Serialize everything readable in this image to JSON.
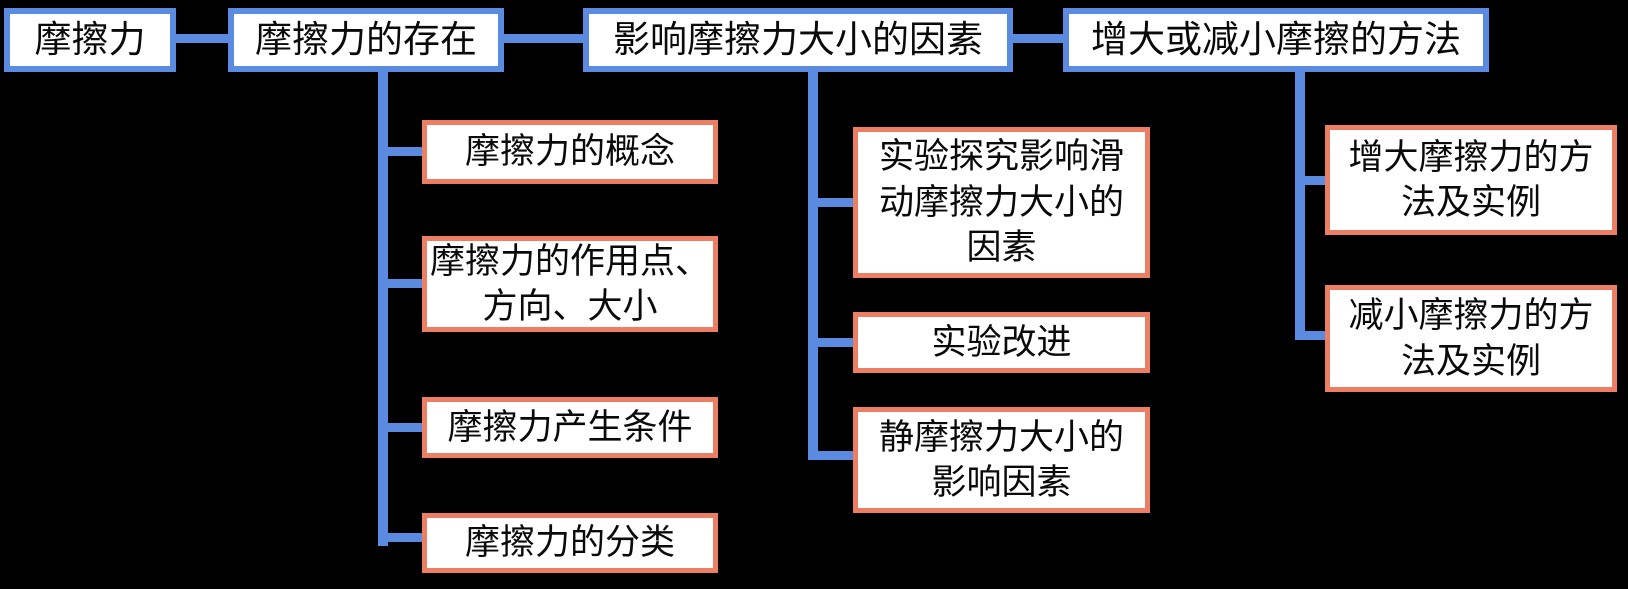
{
  "diagram": {
    "background": "#000000",
    "colors": {
      "level1_border": "#5B8BE0",
      "level2_border": "#EC7F63",
      "connector": "#5B8BE0",
      "box_background": "#FFFFFF",
      "text": "#0A0A0A"
    },
    "root": {
      "label": "摩擦力"
    },
    "branches": [
      {
        "label": "摩擦力的存在",
        "children": [
          {
            "label": "摩擦力的概念"
          },
          {
            "label": "摩擦力的作用点、\n方向、大小"
          },
          {
            "label": "摩擦力产生条件"
          },
          {
            "label": "摩擦力的分类"
          }
        ]
      },
      {
        "label": "影响摩擦力大小的因素",
        "children": [
          {
            "label": "实验探究影响滑\n动摩擦力大小的\n因素"
          },
          {
            "label": "实验改进"
          },
          {
            "label": "静摩擦力大小的\n影响因素"
          }
        ]
      },
      {
        "label": "增大或减小摩擦的方法",
        "children": [
          {
            "label": "增大摩擦力的方\n法及实例"
          },
          {
            "label": "减小摩擦力的方\n法及实例"
          }
        ]
      }
    ]
  }
}
